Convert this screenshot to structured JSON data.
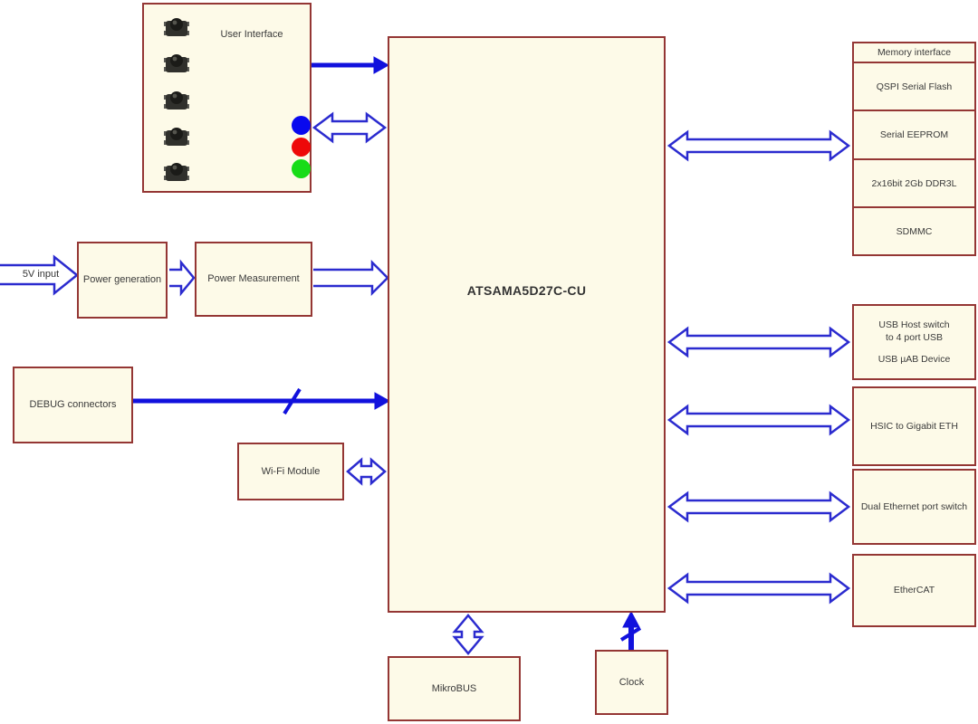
{
  "colors": {
    "box_fill": "#fdfae8",
    "box_border": "#943634",
    "solid_arrow": "#1111dd",
    "hollow_arrow_stroke": "#2b2bcf",
    "led_blue": "#0909ee",
    "led_red": "#ee0909",
    "led_green": "#17dc17"
  },
  "user_interface": {
    "label": "User Interface",
    "leds": {
      "blue": "#0909ee",
      "red": "#ee0909",
      "green": "#17dc17"
    }
  },
  "chip": {
    "label": "ATSAMA5D27C-CU"
  },
  "memory": {
    "header": "Memory interface",
    "items": [
      "QSPI Serial Flash",
      "Serial EEPROM",
      "2x16bit 2Gb DDR3L",
      "SDMMC"
    ]
  },
  "usb": {
    "line1": "USB Host switch",
    "line2": "to 4 port USB",
    "line3": "USB µAB Device"
  },
  "network": {
    "hsic": "HSIC to Gigabit ETH",
    "dual_ethernet": "Dual Ethernet port switch",
    "ethercat": "EtherCAT"
  },
  "power": {
    "input": "5V input",
    "generation": "Power generation",
    "measurement": "Power Measurement"
  },
  "debug": {
    "label": "DEBUG connectors"
  },
  "wifi": {
    "label": "Wi-Fi Module"
  },
  "mikrobus": {
    "label": "MikroBUS"
  },
  "clock": {
    "label": "Clock"
  }
}
